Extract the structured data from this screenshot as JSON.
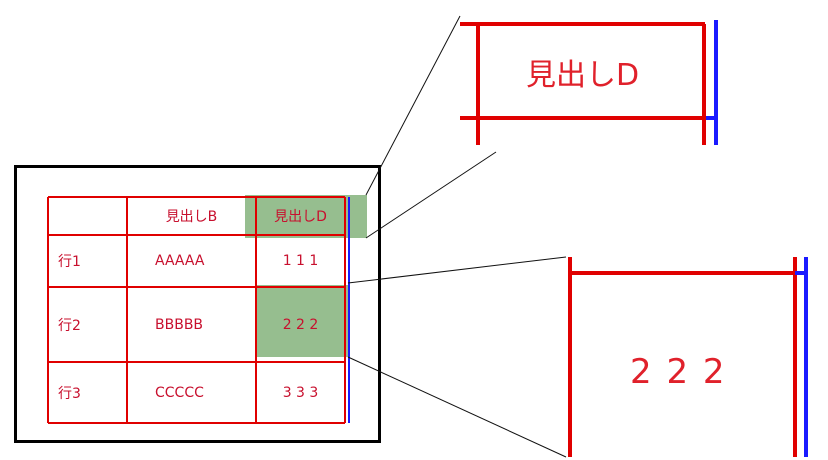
{
  "table": {
    "headers": [
      "",
      "見出しB",
      "見出しD"
    ],
    "rows": [
      {
        "label": "行1",
        "b": "AAAAA",
        "d": "1 1 1"
      },
      {
        "label": "行2",
        "b": "BBBBB",
        "d": "2 2 2"
      },
      {
        "label": "行3",
        "b": "CCCCC",
        "d": "3 3 3"
      }
    ]
  },
  "zoom_top": {
    "text": "見出しD"
  },
  "zoom_bottom": {
    "text": "2 2 2"
  },
  "colors": {
    "grid_red": "#e00000",
    "border_blue": "#1a1aff",
    "highlight_green": "#6aa35f"
  }
}
